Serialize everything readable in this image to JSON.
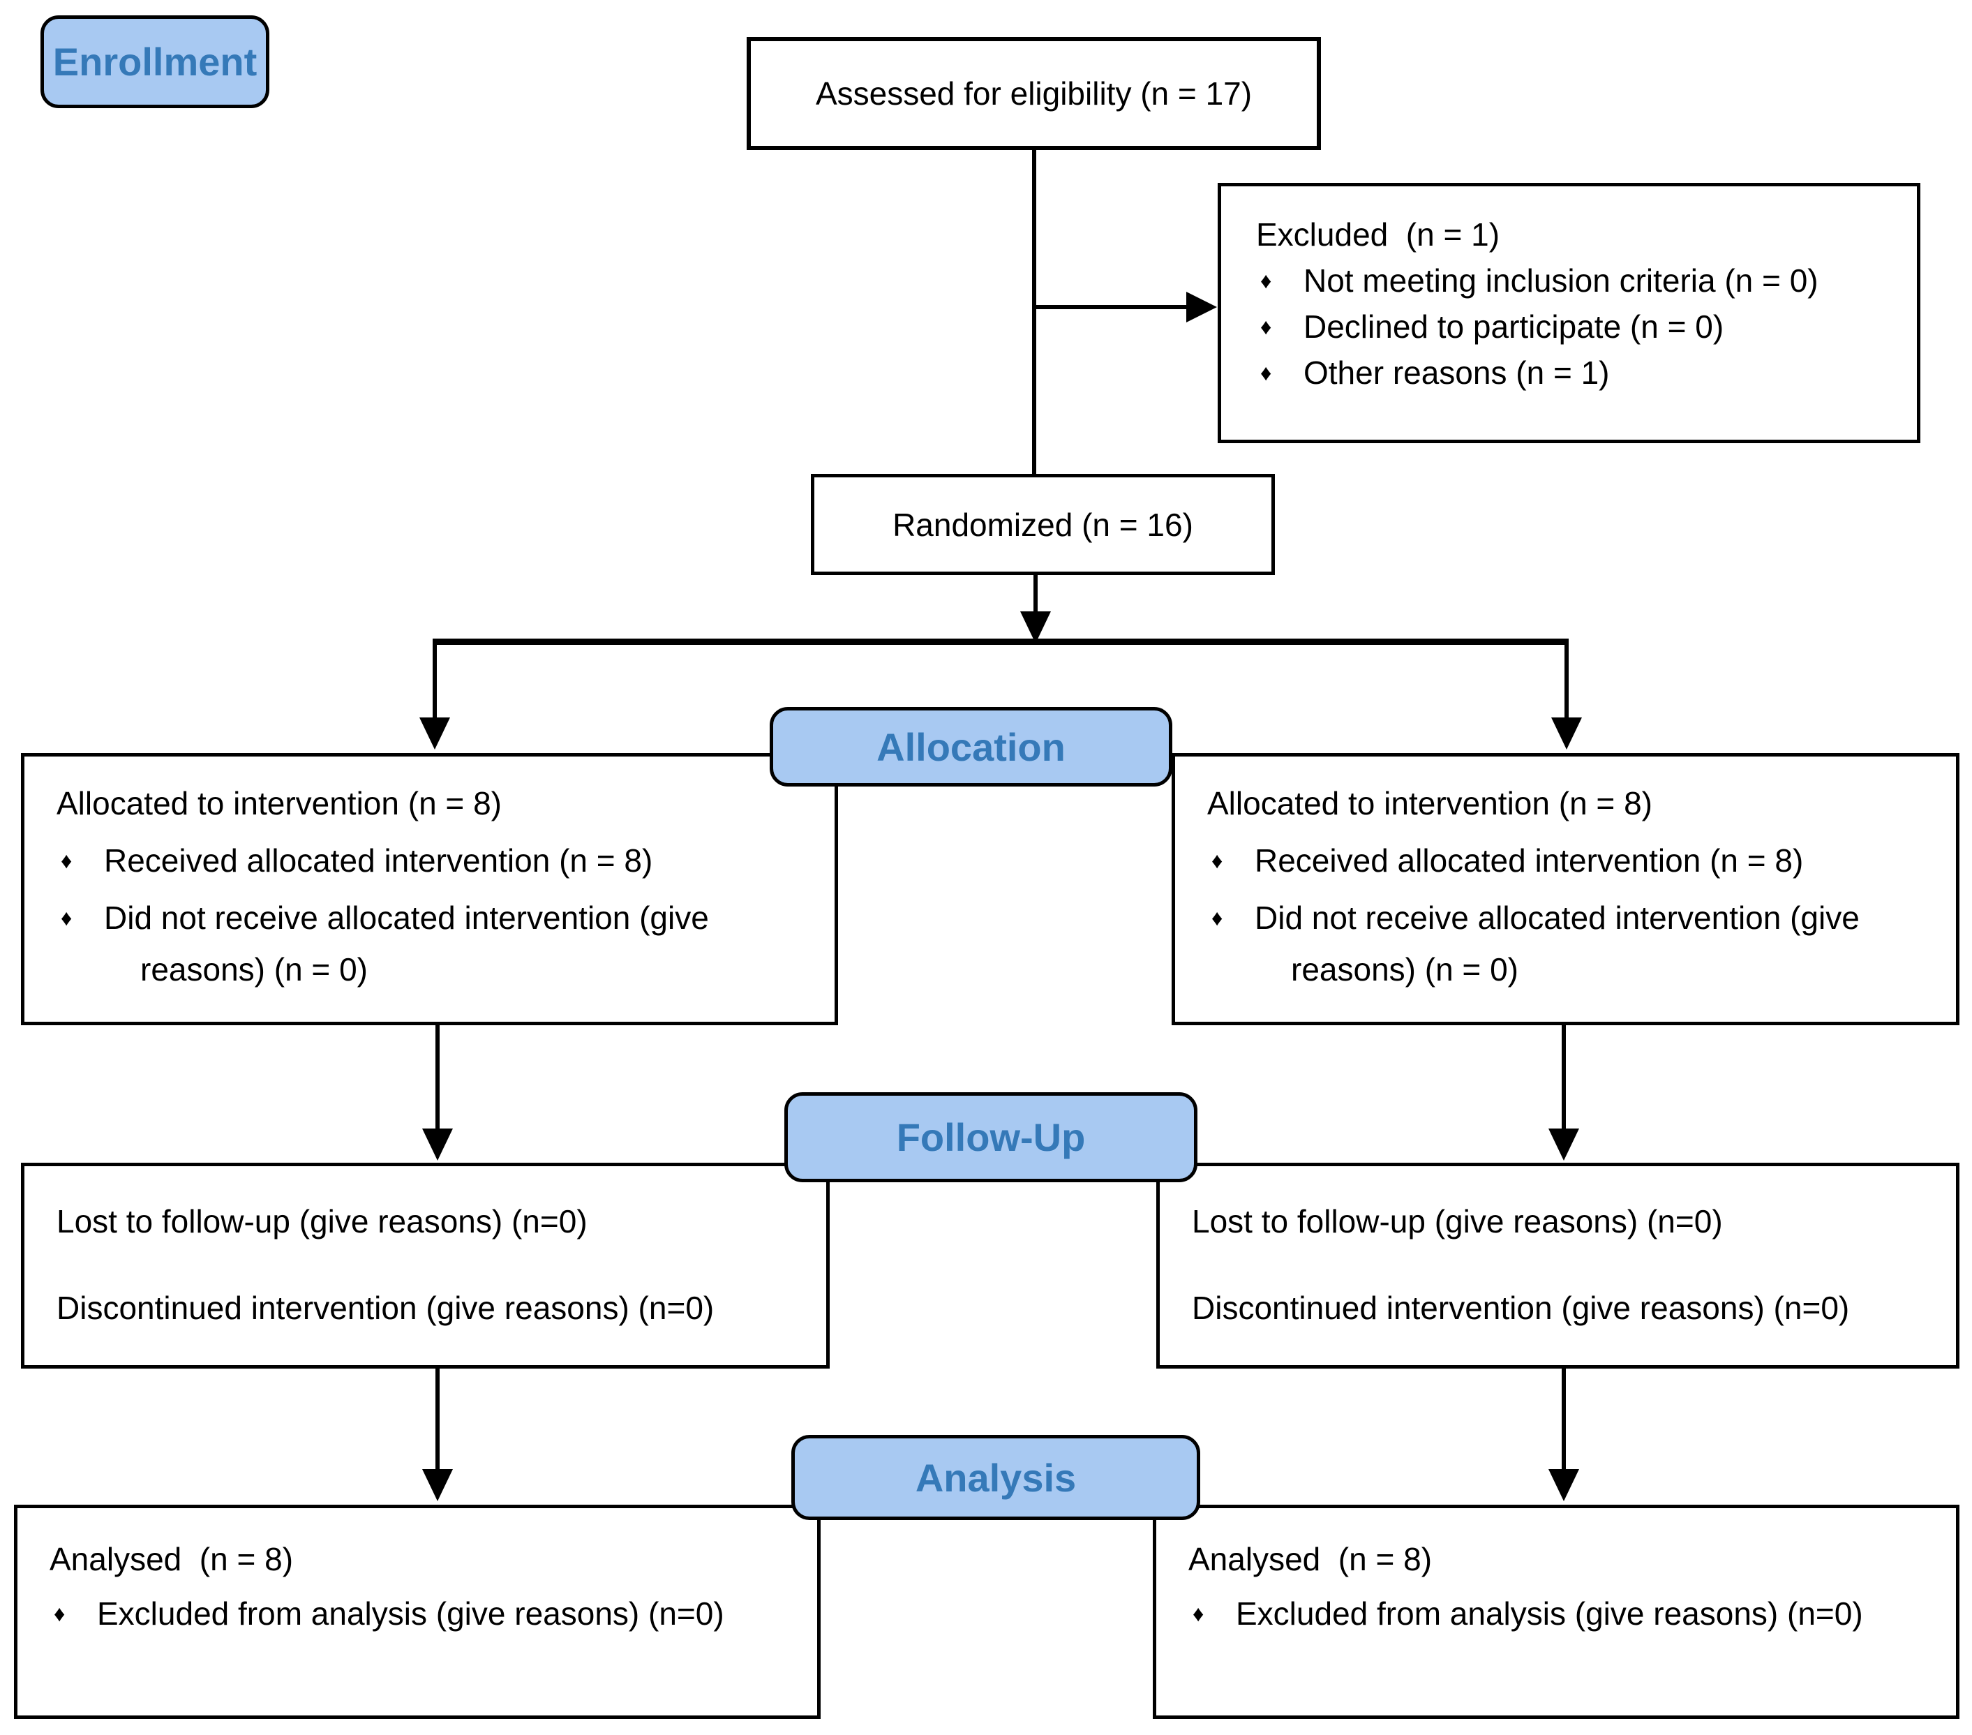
{
  "title": "CONSORT Flow Diagram",
  "ui": {
    "bullet": "♦"
  },
  "colors": {
    "phase_fill": "#A8C9F2",
    "phase_text": "#3579B8",
    "box_border": "#000000",
    "body_text": "#000000",
    "background": "#FFFFFF"
  },
  "phases": {
    "enrollment": "Enrollment",
    "allocation": "Allocation",
    "followup": "Follow-Up",
    "analysis": "Analysis"
  },
  "boxes": {
    "assessed": {
      "text": "Assessed for eligibility (n = 17)"
    },
    "excluded": {
      "title": "Excluded  (n = 1)",
      "bullets": [
        "Not meeting inclusion criteria (n = 0)",
        "Declined to participate (n = 0)",
        "Other reasons (n = 1)"
      ]
    },
    "randomized": {
      "text": "Randomized (n = 16)"
    },
    "alloc_left": {
      "title": "Allocated to intervention (n = 8)",
      "bullet1": "Received allocated intervention (n = 8)",
      "bullet2_line1": "Did not receive allocated intervention (give",
      "bullet2_line2": "reasons) (n = 0)"
    },
    "alloc_right": {
      "title": "Allocated to intervention (n = 8)",
      "bullet1": "Received allocated intervention (n = 8)",
      "bullet2_line1": "Did not receive allocated intervention (give",
      "bullet2_line2": "reasons) (n = 0)"
    },
    "fu_left": {
      "line1": "Lost to follow-up (give reasons) (n=0)",
      "line2": "Discontinued intervention (give reasons) (n=0)"
    },
    "fu_right": {
      "line1": "Lost to follow-up (give reasons) (n=0)",
      "line2": "Discontinued intervention (give reasons) (n=0)"
    },
    "an_left": {
      "title": "Analysed  (n = 8)",
      "bullet1": "Excluded from analysis (give reasons) (n=0)"
    },
    "an_right": {
      "title": "Analysed  (n = 8)",
      "bullet1": "Excluded from analysis (give reasons) (n=0)"
    }
  }
}
